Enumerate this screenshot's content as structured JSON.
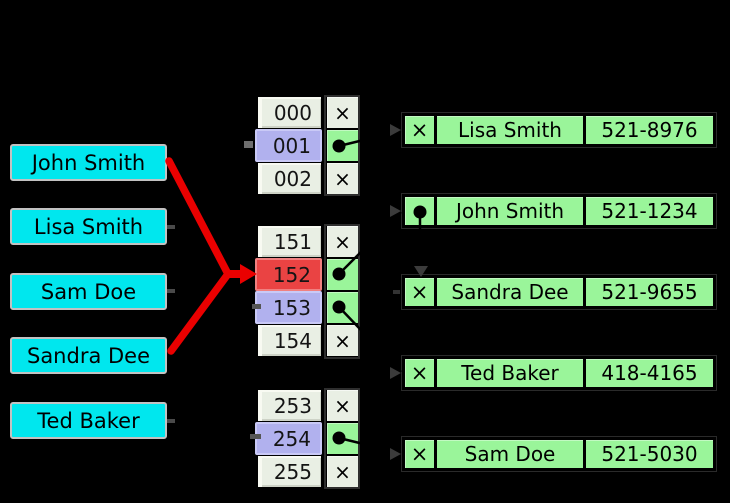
{
  "keys": [
    "John Smith",
    "Lisa Smith",
    "Sam Doe",
    "Sandra Dee",
    "Ted Baker"
  ],
  "buckets": {
    "groups": [
      {
        "rows": [
          {
            "index": "000",
            "slot": "null",
            "highlight": "none"
          },
          {
            "index": "001",
            "slot": "pointer",
            "highlight": "occupied"
          },
          {
            "index": "002",
            "slot": "null",
            "highlight": "none"
          }
        ]
      },
      {
        "rows": [
          {
            "index": "151",
            "slot": "null",
            "highlight": "none"
          },
          {
            "index": "152",
            "slot": "pointer",
            "highlight": "collision"
          },
          {
            "index": "153",
            "slot": "pointer",
            "highlight": "occupied"
          },
          {
            "index": "154",
            "slot": "null",
            "highlight": "none"
          }
        ]
      },
      {
        "rows": [
          {
            "index": "253",
            "slot": "null",
            "highlight": "none"
          },
          {
            "index": "254",
            "slot": "pointer",
            "highlight": "occupied"
          },
          {
            "index": "255",
            "slot": "null",
            "highlight": "none"
          }
        ]
      }
    ]
  },
  "entries": [
    {
      "next": "×",
      "name": "Lisa Smith",
      "phone": "521-8976"
    },
    {
      "next": "•",
      "name": "John Smith",
      "phone": "521-1234"
    },
    {
      "next": "×",
      "name": "Sandra Dee",
      "phone": "521-9655"
    },
    {
      "next": "×",
      "name": "Ted Baker",
      "phone": "418-4165"
    },
    {
      "next": "×",
      "name": "Sam Doe",
      "phone": "521-5030"
    }
  ],
  "symbols": {
    "null_pointer": "×",
    "pointer_dot": "•"
  },
  "links": {
    "bucket_to_entry": [
      {
        "from": "001",
        "to": "Lisa Smith"
      },
      {
        "from": "152",
        "to": "John Smith"
      },
      {
        "from": "153",
        "to": "Ted Baker"
      },
      {
        "from": "254",
        "to": "Sam Doe"
      }
    ],
    "entry_chain": [
      {
        "from": "John Smith",
        "to": "Sandra Dee"
      }
    ],
    "key_collision_arrows": [
      {
        "from": "John Smith",
        "to": "152"
      },
      {
        "from": "Sandra Dee",
        "to": "152"
      }
    ]
  },
  "colors": {
    "background": "#000000",
    "key_fill": "#00e7ee",
    "bucket_fill": "#e9efe4",
    "occupied_fill": "#b1b1ee",
    "collision_fill": "#ea4343",
    "entry_fill": "#9af59a",
    "arrow_red": "#ea0000"
  }
}
